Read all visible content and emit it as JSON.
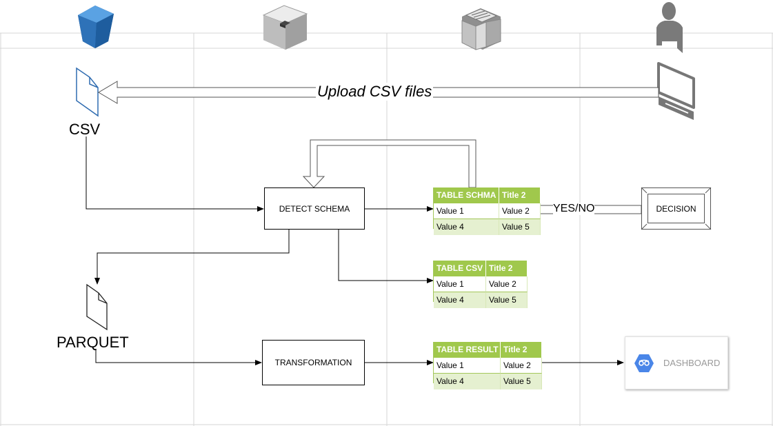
{
  "upload_label": "Upload CSV files",
  "csv_label": "CSV",
  "parquet_label": "PARQUET",
  "detect_schema_label": "DETECT SCHEMA",
  "transformation_label": "TRANSFORMATION",
  "decision_label": "DECISION",
  "yesno_label": "YES/NO",
  "dashboard_label": "DASHBOARD",
  "tables": {
    "schema": {
      "headers": [
        "TABLE SCHMA",
        "Title 2"
      ],
      "rows": [
        [
          "Value 1",
          "Value 2"
        ],
        [
          "Value 4",
          "Value 5"
        ]
      ]
    },
    "csv": {
      "headers": [
        "TABLE CSV",
        "Title 2"
      ],
      "rows": [
        [
          "Value 1",
          "Value 2"
        ],
        [
          "Value 4",
          "Value 5"
        ]
      ]
    },
    "result": {
      "headers": [
        "TABLE RESULT",
        "Title 2"
      ],
      "rows": [
        [
          "Value 1",
          "Value 2"
        ],
        [
          "Value 4",
          "Value 5"
        ]
      ]
    }
  },
  "icons": {
    "storage": "blue-storage-cube-icon",
    "compute": "compute-engine-icon",
    "server": "server-icon",
    "user": "user-icon",
    "laptop": "laptop-icon",
    "dashboard": "dashboard-icon"
  },
  "colors": {
    "table_header": "#a0c84c",
    "table_alt_row": "#e5f0d0",
    "storage_blue": "#2e72b8",
    "icon_gray": "#777777"
  }
}
